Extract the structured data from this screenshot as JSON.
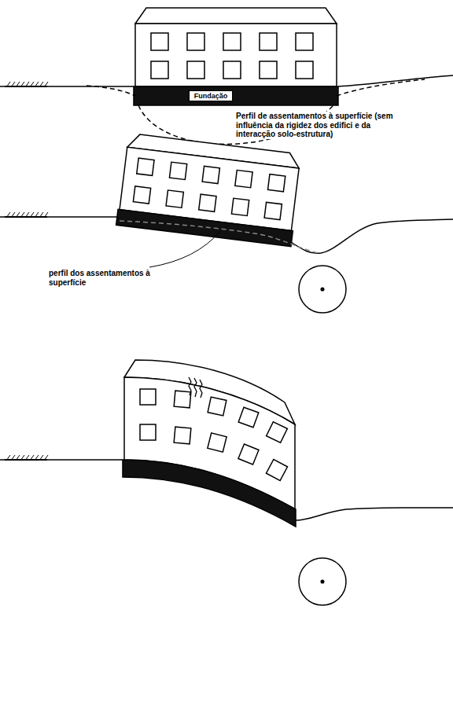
{
  "diagram": {
    "nodes": [
      {
        "text": [
          "Fundação"
        ]
      }
    ],
    "labels": [
      "Perfil de assentamentos à superfície (sem influência da rigidez dos edifici e da interacção solo-estrutura)",
      "perfil dos assentamentos à superfície"
    ]
  }
}
